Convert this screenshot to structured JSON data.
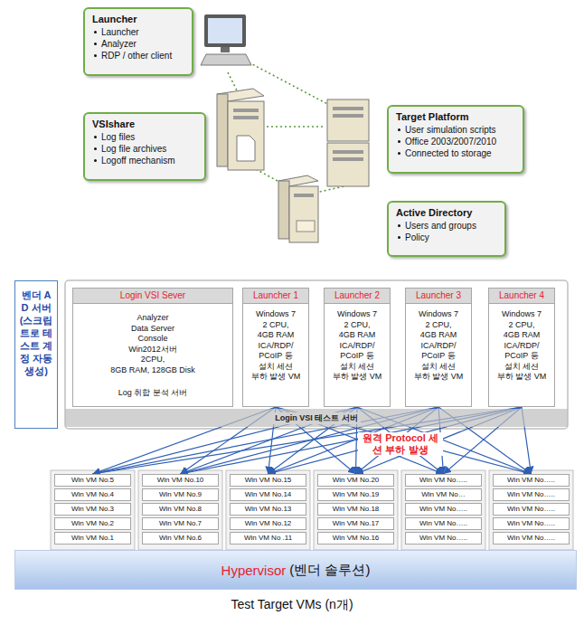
{
  "diagram": {
    "caption": "Test Target VMs (n개)",
    "nodes": [
      {
        "text": [
          "Launcher",
          "Launcher",
          "Analyzer",
          "RDP / other client"
        ]
      },
      {
        "text": [
          "VSIshare",
          "Log files",
          "Log file archives",
          "Logoff mechanism"
        ]
      },
      {
        "text": [
          "Target Platform",
          "User simulation scripts",
          "Office 2003/2007/2010",
          "Connected to storage"
        ]
      },
      {
        "text": [
          "Active Directory",
          "Users and groups",
          "Policy"
        ]
      },
      {
        "text": [
          "벤더 AD 서버 (스크립트로 테스트 계정 자동 생성)"
        ]
      },
      {
        "text": [
          "Login VSI Sever",
          "Analyzer",
          "Data Server",
          "Console",
          "Win2012서버",
          "2CPU,",
          "8GB RAM, 128GB Disk",
          "Log 취합 분석 서버"
        ]
      },
      {
        "text": [
          "Launcher 1",
          "Windows 7",
          "2 CPU,",
          "4GB RAM",
          "ICA/RDP/",
          "PCoIP 등",
          "설치 세션",
          "부하 발생 VM"
        ]
      },
      {
        "text": [
          "Launcher 2",
          "Windows 7",
          "2 CPU,",
          "4GB RAM",
          "ICA/RDP/",
          "PCoIP 등",
          "설치 세션",
          "부하 발생 VM"
        ]
      },
      {
        "text": [
          "Launcher 3",
          "Windows 7",
          "2 CPU,",
          "4GB RAM",
          "ICA/RDP/",
          "PCoIP 등",
          "설치 세션",
          "부하 발생 VM"
        ]
      },
      {
        "text": [
          "Launcher 4",
          "Windows 7",
          "2 CPU,",
          "4GB RAM",
          "ICA/RDP/",
          "PCoIP 등",
          "설치 세션",
          "부하 발생 VM"
        ]
      },
      {
        "text": [
          "Login VSI 테스트 서버"
        ]
      },
      {
        "text": [
          "Win VM No.5"
        ]
      },
      {
        "text": [
          "Win VM No.4"
        ]
      },
      {
        "text": [
          "Win VM No.3"
        ]
      },
      {
        "text": [
          "Win VM No.2"
        ]
      },
      {
        "text": [
          "Win VM No.1"
        ]
      },
      {
        "text": [
          "Win VM No.10"
        ]
      },
      {
        "text": [
          "Win VM No.9"
        ]
      },
      {
        "text": [
          "Win VM No.8"
        ]
      },
      {
        "text": [
          "Win VM No.7"
        ]
      },
      {
        "text": [
          "Win VM No.6"
        ]
      },
      {
        "text": [
          "Win VM No.15"
        ]
      },
      {
        "text": [
          "Win VM No.14"
        ]
      },
      {
        "text": [
          "Win VM No.13"
        ]
      },
      {
        "text": [
          "Win VM No.12"
        ]
      },
      {
        "text": [
          "Win VM No .11"
        ]
      },
      {
        "text": [
          "Win VM No.20"
        ]
      },
      {
        "text": [
          "Win VM No.19"
        ]
      },
      {
        "text": [
          "Win VM No.18"
        ]
      },
      {
        "text": [
          "Win VM No.17"
        ]
      },
      {
        "text": [
          "Win VM No.16"
        ]
      },
      {
        "text": [
          "Win VM No….."
        ]
      },
      {
        "text": [
          "Win VM No…"
        ]
      },
      {
        "text": [
          "Win VM No….."
        ]
      },
      {
        "text": [
          "Win VM No….."
        ]
      },
      {
        "text": [
          "Win VM No….."
        ]
      },
      {
        "text": [
          "Win VM No….."
        ]
      },
      {
        "text": [
          "Win VM No….."
        ]
      },
      {
        "text": [
          "Win VM No….."
        ]
      },
      {
        "text": [
          "Win VM No….."
        ]
      },
      {
        "text": [
          "Win VM No….."
        ]
      },
      {
        "text": [
          "Hypervisor",
          "(벤더 솔루션)"
        ]
      }
    ],
    "edges": [
      {
        "from": 6,
        "to": 11,
        "arrow": "to"
      },
      {
        "from": 6,
        "to": 16,
        "arrow": "to"
      },
      {
        "from": 6,
        "to": 21,
        "arrow": "to"
      },
      {
        "from": 6,
        "to": 26,
        "arrow": "to"
      },
      {
        "from": 6,
        "to": 31,
        "arrow": "to"
      },
      {
        "from": 6,
        "to": 36,
        "arrow": "to"
      },
      {
        "from": 7,
        "to": 11,
        "arrow": "to"
      },
      {
        "from": 7,
        "to": 16,
        "arrow": "to"
      },
      {
        "from": 7,
        "to": 21,
        "arrow": "to"
      },
      {
        "from": 7,
        "to": 26,
        "arrow": "to"
      },
      {
        "from": 7,
        "to": 31,
        "arrow": "to"
      },
      {
        "from": 7,
        "to": 36,
        "arrow": "to"
      },
      {
        "from": 8,
        "to": 11,
        "arrow": "to"
      },
      {
        "from": 8,
        "to": 16,
        "arrow": "to"
      },
      {
        "from": 8,
        "to": 21,
        "arrow": "to"
      },
      {
        "from": 8,
        "to": 26,
        "arrow": "to"
      },
      {
        "from": 8,
        "to": 31,
        "arrow": "to"
      },
      {
        "from": 8,
        "to": 36,
        "arrow": "to"
      },
      {
        "from": 9,
        "to": 11,
        "arrow": "to"
      },
      {
        "from": 9,
        "to": 16,
        "arrow": "to"
      },
      {
        "from": 9,
        "to": 21,
        "arrow": "to"
      },
      {
        "from": 9,
        "to": 26,
        "arrow": "to"
      },
      {
        "from": 9,
        "to": 31,
        "arrow": "to"
      },
      {
        "from": 9,
        "to": 36,
        "arrow": "to"
      }
    ],
    "labels": [
      "원격 Protocol 세션 부하 발생"
    ]
  }
}
